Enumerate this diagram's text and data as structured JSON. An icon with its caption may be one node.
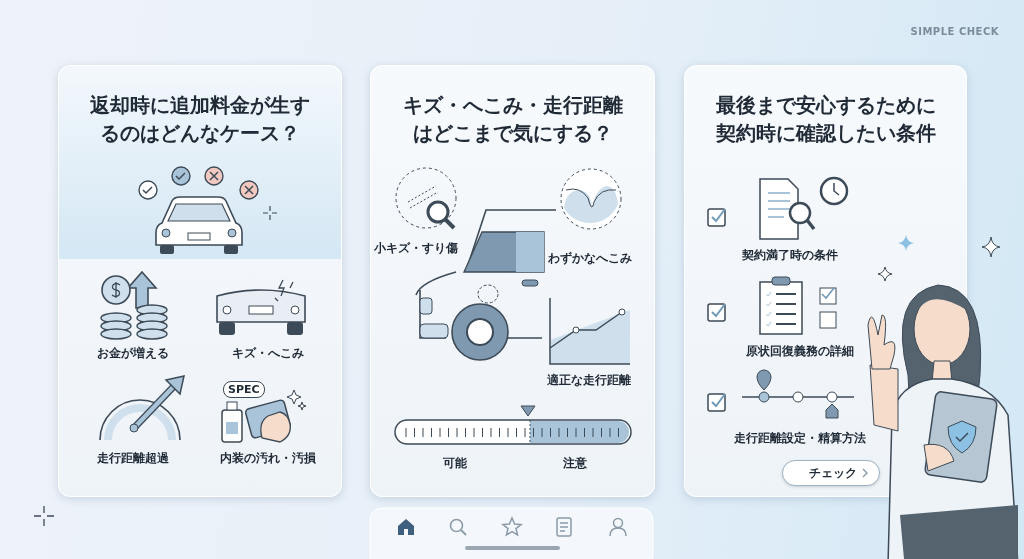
{
  "diagram": {
    "nodes": [
      {
        "text": [
          "返却時に追加料金が生するのはどんなケース？"
        ]
      },
      {
        "text": [
          "キズ・へこみ・走行距離はどこまで気にする？"
        ]
      },
      {
        "text": [
          "最後まで安心するために契約時に確認したい条件"
        ]
      }
    ],
    "labels": [
      "SIMPLE CHECK",
      "お金が増える",
      "キズ・へこみ",
      "SPEC",
      "走行距離超過",
      "内装の汚れ・汚損",
      "小キズ・すり傷",
      "わずかなへこみ",
      "適正な走行距離",
      "可能",
      "注意",
      "契約満了時の条件",
      "原状回復義務の詳細",
      "走行距離設定・精算方法",
      "チェック"
    ]
  }
}
